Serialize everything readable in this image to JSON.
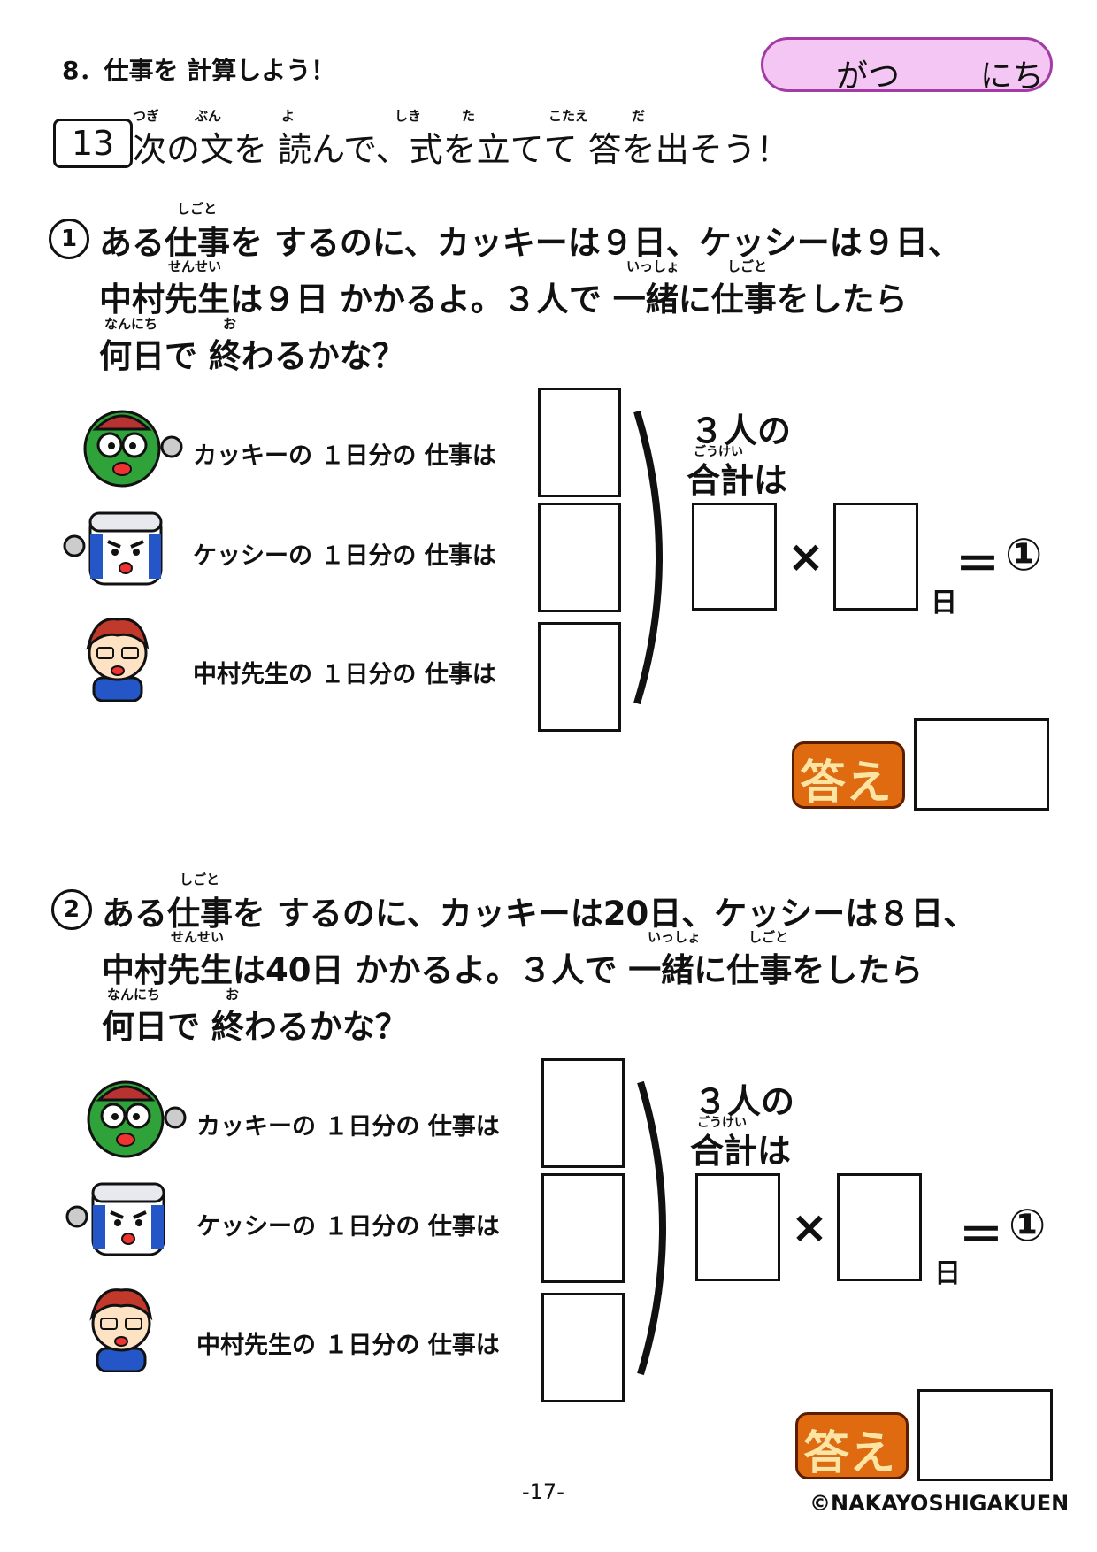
{
  "header": {
    "section_title": "8．仕事を 計算しよう！",
    "date_month": "がつ",
    "date_day": "にち"
  },
  "instruction": {
    "number": "13",
    "text": "次の文を 読んで、式を立てて 答を出そう！",
    "ruby": [
      "つぎ",
      "ぶん",
      "よ",
      "しき",
      "た",
      "こたえ",
      "だ"
    ]
  },
  "problems": [
    {
      "number": "1",
      "lines": [
        "ある仕事を するのに、カッキーは９日、ケッシーは９日、",
        "中村先生は９日 かかるよ。３人で 一緒に仕事をしたら",
        "何日で 終わるかな？"
      ],
      "ruby": [
        "しごと",
        "せんせい",
        "いっしょ",
        "しごと",
        "なんにち",
        "お"
      ]
    },
    {
      "number": "2",
      "lines": [
        "ある仕事を するのに、カッキーは20日、ケッシーは８日、",
        "中村先生は40日 かかるよ。３人で 一緒に仕事をしたら",
        "何日で 終わるかな？"
      ],
      "ruby": [
        "しごと",
        "せんせい",
        "いっしょ",
        "しごと",
        "なんにち",
        "お"
      ]
    }
  ],
  "work_labels": [
    "カッキーの １日分の 仕事は",
    "ケッシーの １日分の 仕事は",
    "中村先生の １日分の 仕事は"
  ],
  "sum": {
    "title": "３人の",
    "ruby": "ごうけい",
    "title2": "合計は",
    "times": "×",
    "unit": "日",
    "equals": "＝",
    "result": "①"
  },
  "answer_badge": "答え",
  "footer": {
    "page": "-17-",
    "copyright": "©NAKAYOSHIGAKUEN"
  },
  "colors": {
    "date_pill_fill": "#f4c6f3",
    "date_pill_border": "#a33aa6",
    "kakki_green": "#2fa33a",
    "kesshi_blue": "#2456c7",
    "teacher_hair": "#c0392b",
    "answer_orange": "#e06a10"
  }
}
